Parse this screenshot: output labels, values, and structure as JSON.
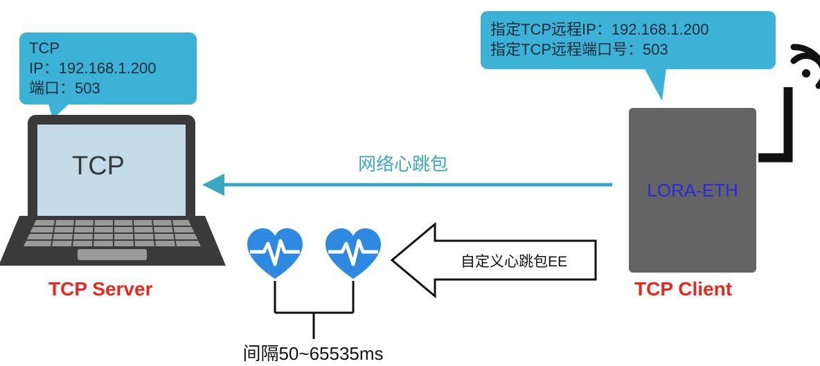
{
  "server": {
    "bubble_lines": [
      "TCP",
      "IP：192.168.1.200",
      "端口：503"
    ],
    "screen_label": "TCP",
    "caption": "TCP Server"
  },
  "client": {
    "bubble_lines": [
      "指定TCP远程IP：192.168.1.200",
      "指定TCP远程端口号：503"
    ],
    "device_label": "LORA-ETH",
    "caption": "TCP Client"
  },
  "flow": {
    "heartbeat_label": "网络心跳包",
    "custom_label": "自定义心跳包EE",
    "interval_label": "间隔50~65535ms"
  },
  "colors": {
    "bubble": "#3bb2d6",
    "arrow": "#3ba6c4",
    "heart": "#2d8ae0",
    "device": "#646464",
    "device_label": "#2a2ad8",
    "caption": "#e8281e"
  }
}
